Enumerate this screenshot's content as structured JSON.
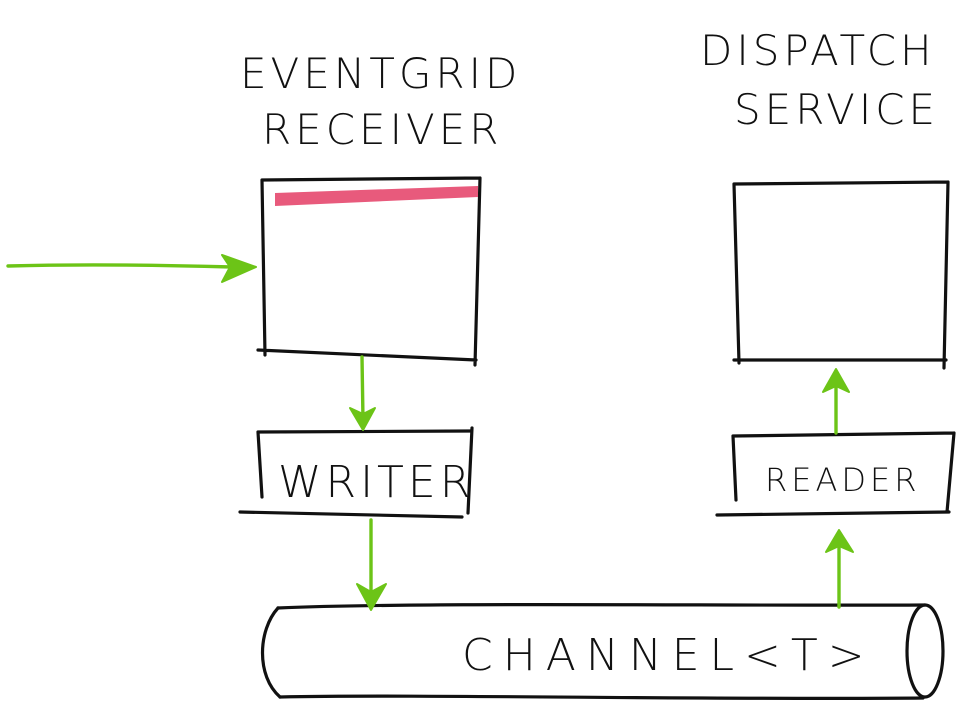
{
  "diagram": {
    "eventgrid_receiver": {
      "title_line1": "EVENTGRID",
      "title_line2": "RECEIVER"
    },
    "dispatch_service": {
      "title_line1": "DISPATCH",
      "title_line2": "SERVICE"
    },
    "writer": {
      "label": "WRITER"
    },
    "reader": {
      "label": "READER"
    },
    "channel": {
      "label": "CHANNEL<T>"
    }
  },
  "colors": {
    "arrow": "#6cc417",
    "highlight": "#e85a7c",
    "ink": "#111111"
  }
}
